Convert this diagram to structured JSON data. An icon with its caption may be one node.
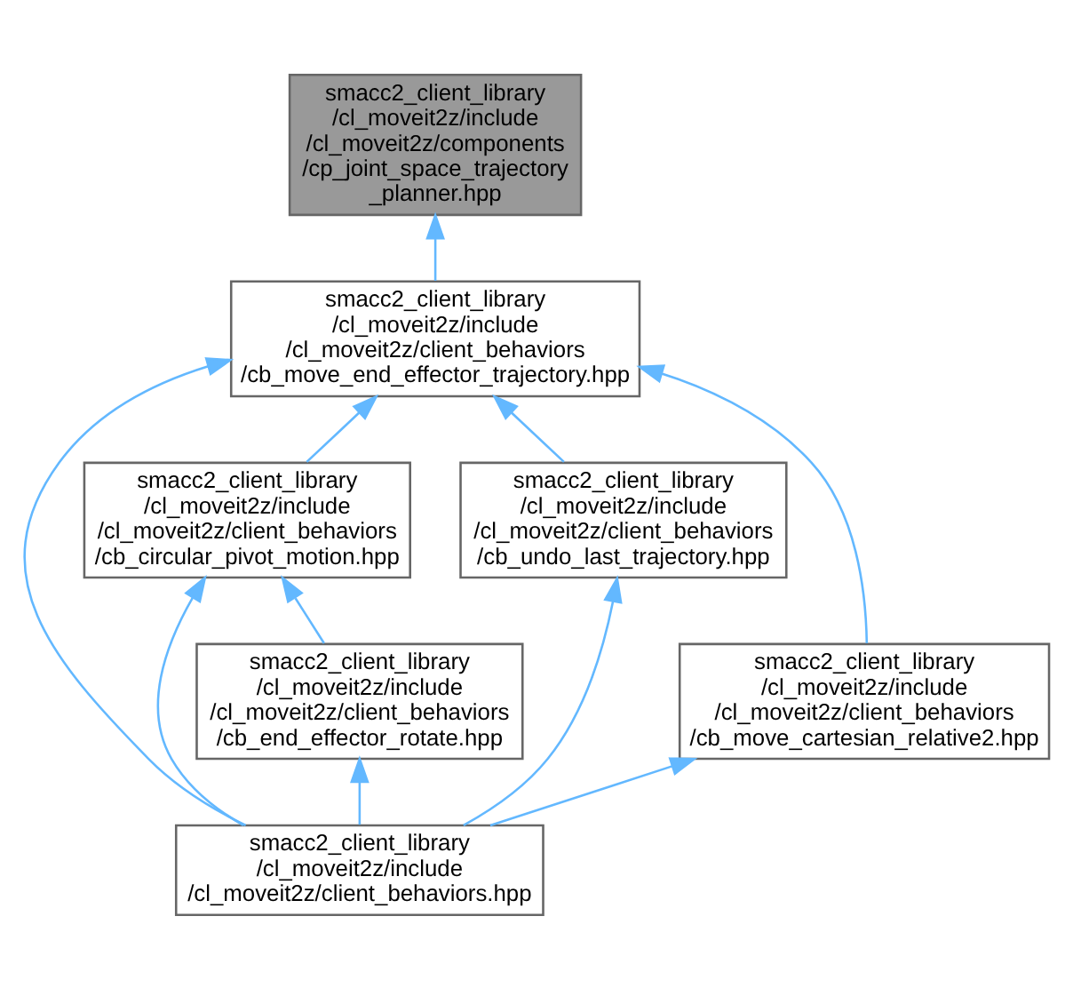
{
  "diagram": {
    "nodes": [
      {
        "text": [
          "smacc2_client_library /cl_moveit2z/include /cl_moveit2z/components /cp_joint_space_trajectory _planner.hpp"
        ]
      },
      {
        "text": [
          "smacc2_client_library /cl_moveit2z/include /cl_moveit2z/client_behaviors /cb_move_end_effector_trajectory.hpp"
        ]
      },
      {
        "text": [
          "smacc2_client_library /cl_moveit2z/include /cl_moveit2z/client_behaviors /cb_circular_pivot_motion.hpp"
        ]
      },
      {
        "text": [
          "smacc2_client_library /cl_moveit2z/include /cl_moveit2z/client_behaviors /cb_undo_last_trajectory.hpp"
        ]
      },
      {
        "text": [
          "smacc2_client_library /cl_moveit2z/include /cl_moveit2z/client_behaviors /cb_end_effector_rotate.hpp"
        ]
      },
      {
        "text": [
          "smacc2_client_library /cl_moveit2z/include /cl_moveit2z/client_behaviors /cb_move_cartesian_relative2.hpp"
        ]
      },
      {
        "text": [
          "smacc2_client_library /cl_moveit2z/include /cl_moveit2z/client_behaviors.hpp"
        ]
      }
    ],
    "edges": [
      {
        "from": 1,
        "to": 0,
        "arrow": "to"
      },
      {
        "from": 2,
        "to": 1,
        "arrow": "to"
      },
      {
        "from": 3,
        "to": 1,
        "arrow": "to"
      },
      {
        "from": 5,
        "to": 1,
        "arrow": "to"
      },
      {
        "from": 6,
        "to": 1,
        "arrow": "to"
      },
      {
        "from": 4,
        "to": 2,
        "arrow": "to"
      },
      {
        "from": 6,
        "to": 2,
        "arrow": "to"
      },
      {
        "from": 6,
        "to": 3,
        "arrow": "to"
      },
      {
        "from": 6,
        "to": 4,
        "arrow": "to"
      },
      {
        "from": 6,
        "to": 5,
        "arrow": "to"
      }
    ]
  }
}
